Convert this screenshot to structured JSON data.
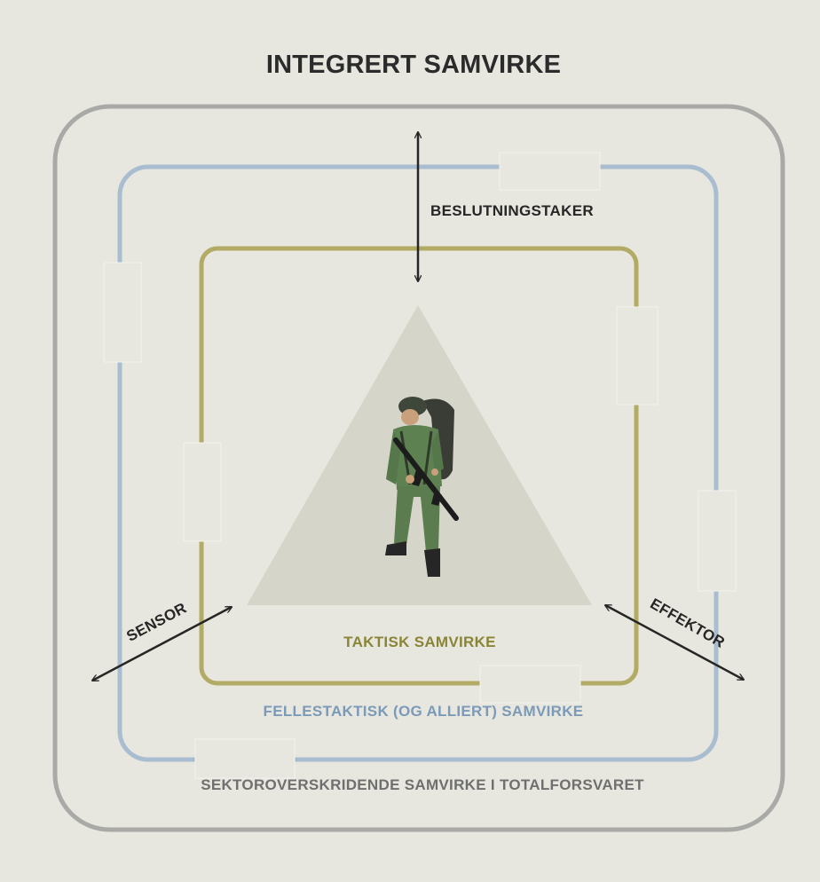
{
  "title": "INTEGRERT SAMVIRKE",
  "labels": {
    "decision_maker": "BESLUTNINGSTAKER",
    "sensor": "SENSOR",
    "effector": "EFFEKTOR",
    "tactical": "TAKTISK SAMVIRKE",
    "joint_tactical": "FELLESTAKTISK (OG ALLIERT) SAMVIRKE",
    "sector_crossing": "SEKTOROVERSKRIDENDE SAMVIRKE I TOTALFORSVARET"
  },
  "colors": {
    "background": "#e8e7df",
    "frame_outer": "#a9aaa7",
    "frame_middle": "#a9bdd0",
    "frame_inner": "#b2ab66",
    "tactical_text": "#8a8436",
    "joint_text": "#7b9ab8",
    "sector_text": "#6f6f6f",
    "triangle": "#d6d5c9",
    "arrow": "#262626",
    "soldier_uniform": "#5d8150",
    "soldier_dark": "#2b2b2b"
  },
  "icons": {
    "figure": "soldier-icon"
  }
}
